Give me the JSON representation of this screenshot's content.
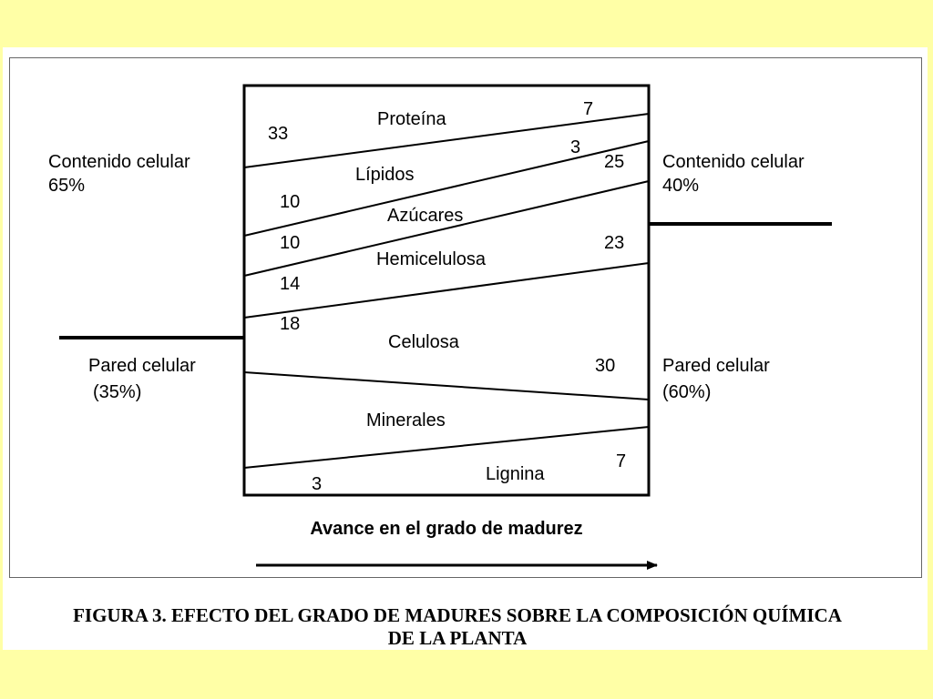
{
  "left_side": {
    "contenido_label": "Contenido celular",
    "contenido_value": "65%",
    "pared_label": "Pared celular",
    "pared_value": "(35%)"
  },
  "right_side": {
    "contenido_label": "Contenido celular",
    "contenido_value": "40%",
    "pared_label": "Pared celular",
    "pared_value": "(60%)"
  },
  "components": {
    "proteina": {
      "name": "Proteína",
      "start": "33",
      "end": "7"
    },
    "lipidos": {
      "name": "Lípidos",
      "start": "10",
      "end": "3"
    },
    "azucares": {
      "name": "Azúcares",
      "start": "10",
      "end": "25"
    },
    "hemicelulosa": {
      "name": "Hemicelulosa",
      "start": "14",
      "end": "23"
    },
    "celulosa": {
      "name": "Celulosa",
      "start": "18",
      "end": "30"
    },
    "minerales": {
      "name": "Minerales"
    },
    "lignina": {
      "name": "Lignina",
      "start": "3",
      "end": "7"
    }
  },
  "arrow_label": "Avance en el grado de madurez",
  "caption": {
    "line1": "FIGURA 3. EFECTO DEL GRADO DE MADURES SOBRE LA COMPOSICIÓN QUÍMICA",
    "line2": "DE LA PLANTA"
  }
}
